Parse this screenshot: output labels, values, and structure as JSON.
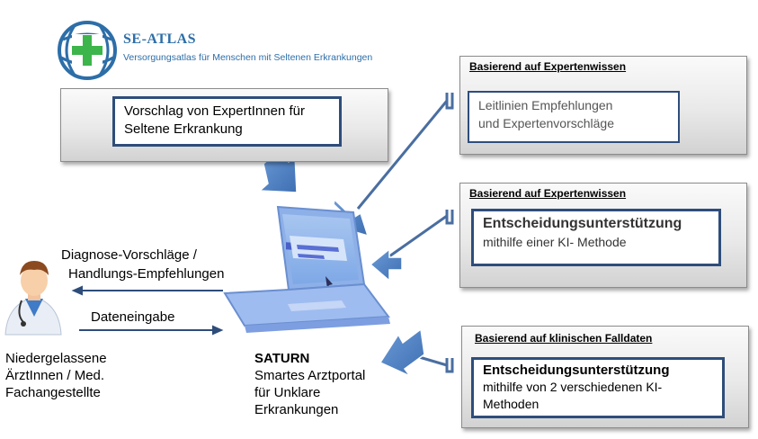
{
  "logo": {
    "name": "SE-ATLAS",
    "subtitle": "Versorgungsatlas für Menschen mit Seltenen Erkrankungen"
  },
  "main_panel": {
    "text_line1": "Vorschlag von ExpertInnen für",
    "text_line2": "Seltene Erkrankung"
  },
  "right_panels": [
    {
      "title": "Basierend auf Expertenwissen",
      "line1": "Leitlinien Empfehlungen",
      "line2": "und Expertenvorschläge"
    },
    {
      "title": "Basierend auf Expertenwissen",
      "line1": "Entscheidungsunterstützung",
      "line2": "mithilfe einer KI- Methode"
    },
    {
      "title": "Basierend auf klinischen Falldaten",
      "line1": "Entscheidungsunterstützung",
      "line2": "mithilfe von 2 verschiedenen KI-",
      "line3": "Methoden"
    }
  ],
  "left": {
    "out_line1": "Diagnose-Vorschläge /",
    "out_line2": "Handlungs-Empfehlungen",
    "in_label": "Dateneingabe",
    "user_line1": "Niedergelassene",
    "user_line2": "ÄrztInnen / Med.",
    "user_line3": "Fachangestellte"
  },
  "saturn": {
    "name": "SATURN",
    "line1": "Smartes Arztportal",
    "line2": "für Unklare",
    "line3": "Erkrankungen"
  },
  "colors": {
    "brand_blue": "#2d6ea8",
    "logo_green": "#3cb54a",
    "box_border": "#2e4d7b",
    "connector": "#4a6ea0",
    "arrow_fill": "#4a7cc3"
  },
  "icons": [
    "globe-cross-logo-icon",
    "doctor-icon",
    "laptop-icon"
  ]
}
